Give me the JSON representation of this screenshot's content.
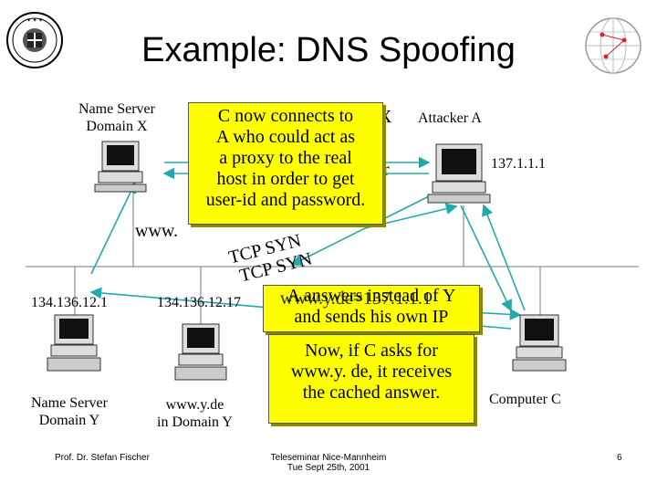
{
  "title": "Example: DNS Spoofing",
  "nodes": {
    "ns_x_line1": "Name Server",
    "ns_x_line2": "Domain X",
    "attacker": "Attacker A",
    "attacker_ip": "137.1.1.1",
    "ns_y_ip": "134.136.12.1",
    "host_y_ip": "134.136.12.17",
    "ns_y_line1": "Name Server",
    "ns_y_line2": "Domain Y",
    "host_y_line1": "www.y.de",
    "host_y_line2": "in Domain Y",
    "computer_c": "Computer C"
  },
  "diagram": {
    "label_x_left": "X",
    "label_r": "r",
    "label_www": "www.",
    "label_tcp1": "TCP SYN",
    "label_tcp2": "TCP SYN",
    "label_answer": "www.y.de=137.1.1.1"
  },
  "messages": {
    "box1": [
      "C now connects to",
      "A who could act as",
      "a proxy to the real",
      "host in order to get",
      "user-id and password."
    ],
    "box2": [
      "A answers instead of Y",
      "and sends his own IP"
    ],
    "box3": [
      "Now, if C asks for",
      "www.y. de, it receives",
      "the cached answer."
    ]
  },
  "footer": {
    "author": "Prof. Dr. Stefan Fischer",
    "event_line1": "Teleseminar Nice-Mannheim",
    "event_line2": "Tue Sept 25th, 2001",
    "page": "6"
  }
}
